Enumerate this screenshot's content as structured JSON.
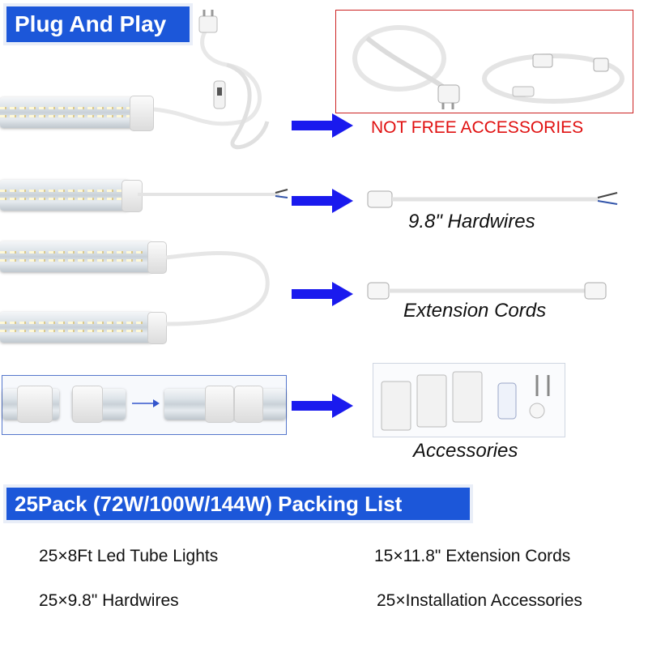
{
  "header": {
    "title": "Plug And Play"
  },
  "accessory_box": {
    "note": "NOT FREE ACCESSORIES",
    "note_color": "#e01010"
  },
  "captions": {
    "hardwires": "9.8\" Hardwires",
    "extension": "Extension Cords",
    "accessories": "Accessories"
  },
  "packing": {
    "title": "25Pack (72W/100W/144W) Packing List",
    "items": [
      "25×8Ft Led Tube Lights",
      "15×11.8\" Extension Cords",
      "25×9.8\" Hardwires",
      "25×Installation Accessories"
    ]
  },
  "colors": {
    "banner": "#1c57d9",
    "arrow": "#1a1aee",
    "box_border": "#cc2222"
  }
}
